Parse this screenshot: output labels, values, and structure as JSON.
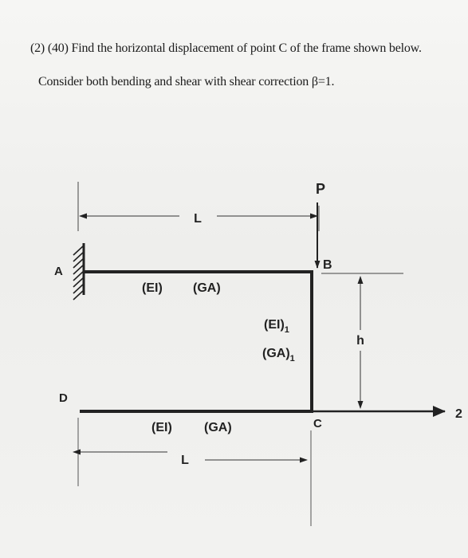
{
  "problem": {
    "line1": "(2) (40) Find the horizontal displacement of point C of the frame shown below.",
    "line2": "Consider both bending and shear with shear correction β=1."
  },
  "figure": {
    "load_label": "P",
    "points": {
      "a": "A",
      "b": "B",
      "c": "C",
      "d": "D"
    },
    "top_span": "L",
    "bottom_span": "L",
    "height": "h",
    "top_member": {
      "ei": "(EI)",
      "ga": "(GA)"
    },
    "bottom_member": {
      "ei": "(EI)",
      "ga": "(GA)"
    },
    "vertical_member": {
      "ei": "(EI)",
      "ga": "(GA)",
      "sub": "1"
    },
    "edge_mark": "2"
  }
}
